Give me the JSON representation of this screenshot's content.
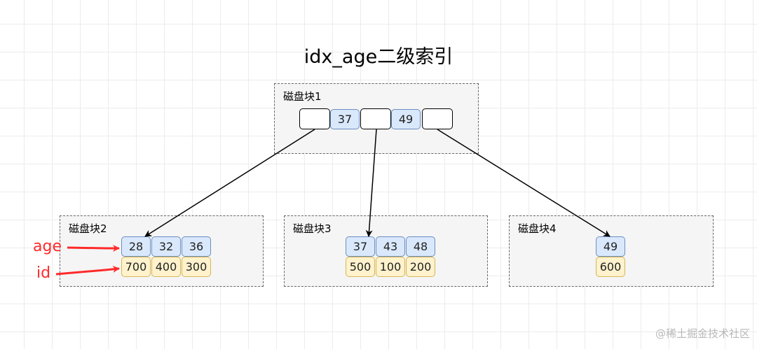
{
  "title": "idx_age二级索引",
  "root": {
    "label": "磁盘块1",
    "keys": [
      "37",
      "49"
    ]
  },
  "leaves": [
    {
      "label": "磁盘块2",
      "ages": [
        "28",
        "32",
        "36"
      ],
      "ids": [
        "700",
        "400",
        "300"
      ]
    },
    {
      "label": "磁盘块3",
      "ages": [
        "37",
        "43",
        "48"
      ],
      "ids": [
        "500",
        "100",
        "200"
      ]
    },
    {
      "label": "磁盘块4",
      "ages": [
        "49"
      ],
      "ids": [
        "600"
      ]
    }
  ],
  "row_labels": {
    "age": "age",
    "id": "id"
  },
  "watermark": "@稀土掘金技术社区",
  "colors": {
    "age_fill": "#dae8fc",
    "age_border": "#6c8ebf",
    "id_fill": "#fff2cc",
    "id_border": "#d6b656",
    "label_red": "#ff2a2a"
  }
}
